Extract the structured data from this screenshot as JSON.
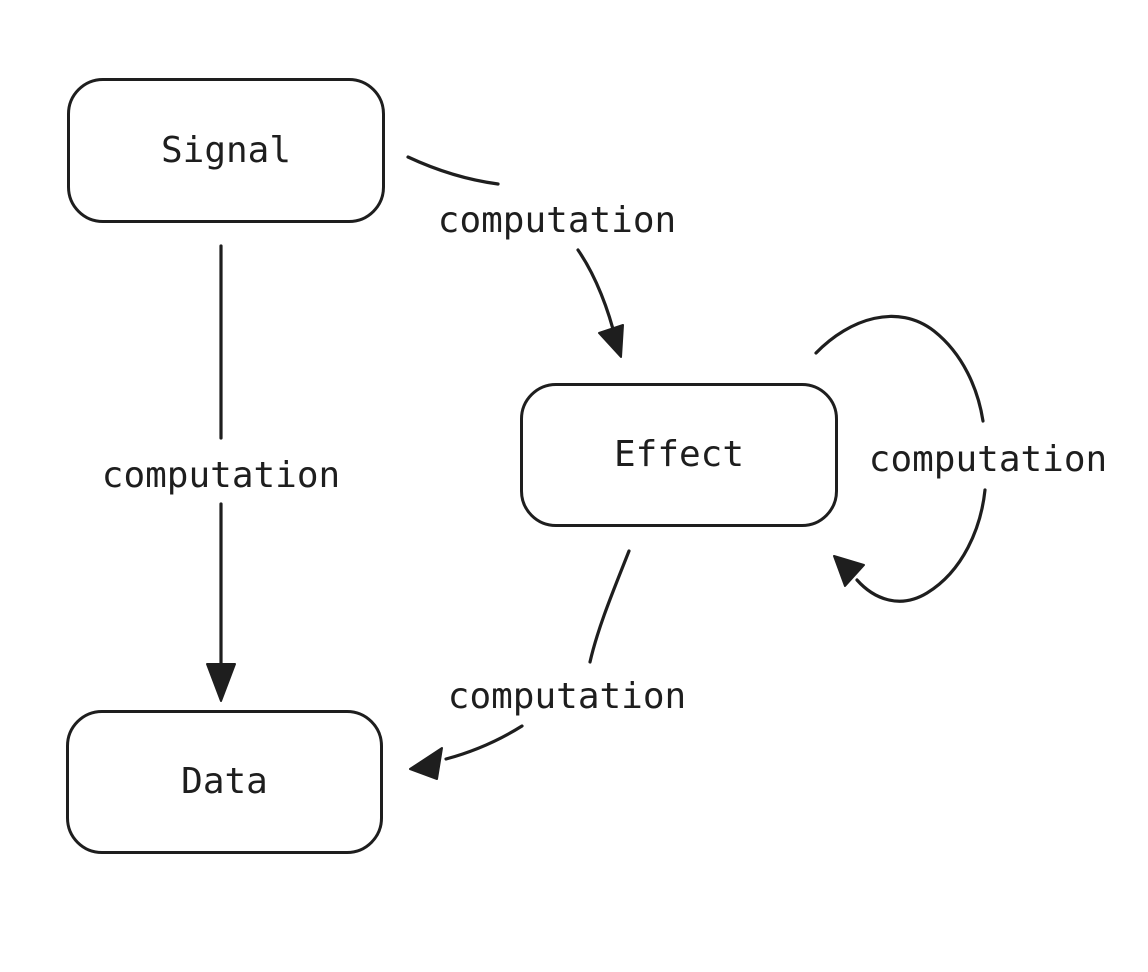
{
  "diagram": {
    "colors": {
      "stroke": "#1e1e1e",
      "node_fill": "#ffffff",
      "background": "#ffffff"
    },
    "nodes": [
      {
        "id": "signal",
        "label": "Signal"
      },
      {
        "id": "effect",
        "label": "Effect"
      },
      {
        "id": "data",
        "label": "Data"
      }
    ],
    "edges": [
      {
        "id": "signal-to-effect",
        "from": "Signal",
        "to": "Effect",
        "label": "computation"
      },
      {
        "id": "signal-to-data",
        "from": "Signal",
        "to": "Data",
        "label": "computation"
      },
      {
        "id": "effect-to-data",
        "from": "Effect",
        "to": "Data",
        "label": "computation"
      },
      {
        "id": "effect-self-loop",
        "from": "Effect",
        "to": "Effect",
        "label": "computation"
      }
    ]
  }
}
